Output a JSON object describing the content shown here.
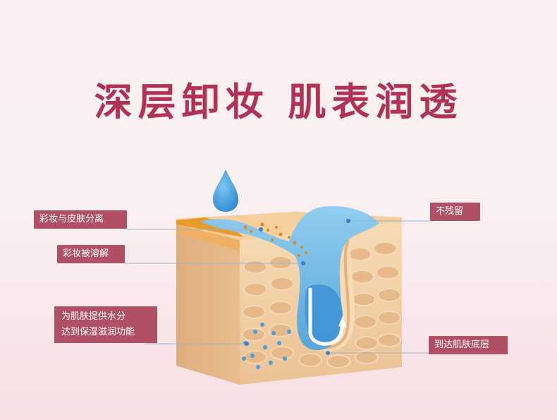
{
  "title": "深层卸妆 肌表润透",
  "labels": {
    "makeup_separate": "彩妆与皮肤分离",
    "makeup_dissolve": "彩妆被溶解",
    "hydrate_line1": "为肌肤提供水分",
    "hydrate_line2": "达到保湿滋润功能",
    "no_residue": "不残留",
    "reach_bottom": "到达肌肤底层"
  },
  "colors": {
    "title": "#b23257",
    "label_bg": "#b05064",
    "skin": "#f1cfa4",
    "water": "#6fbbe8",
    "leader": "#8fa9c8"
  }
}
